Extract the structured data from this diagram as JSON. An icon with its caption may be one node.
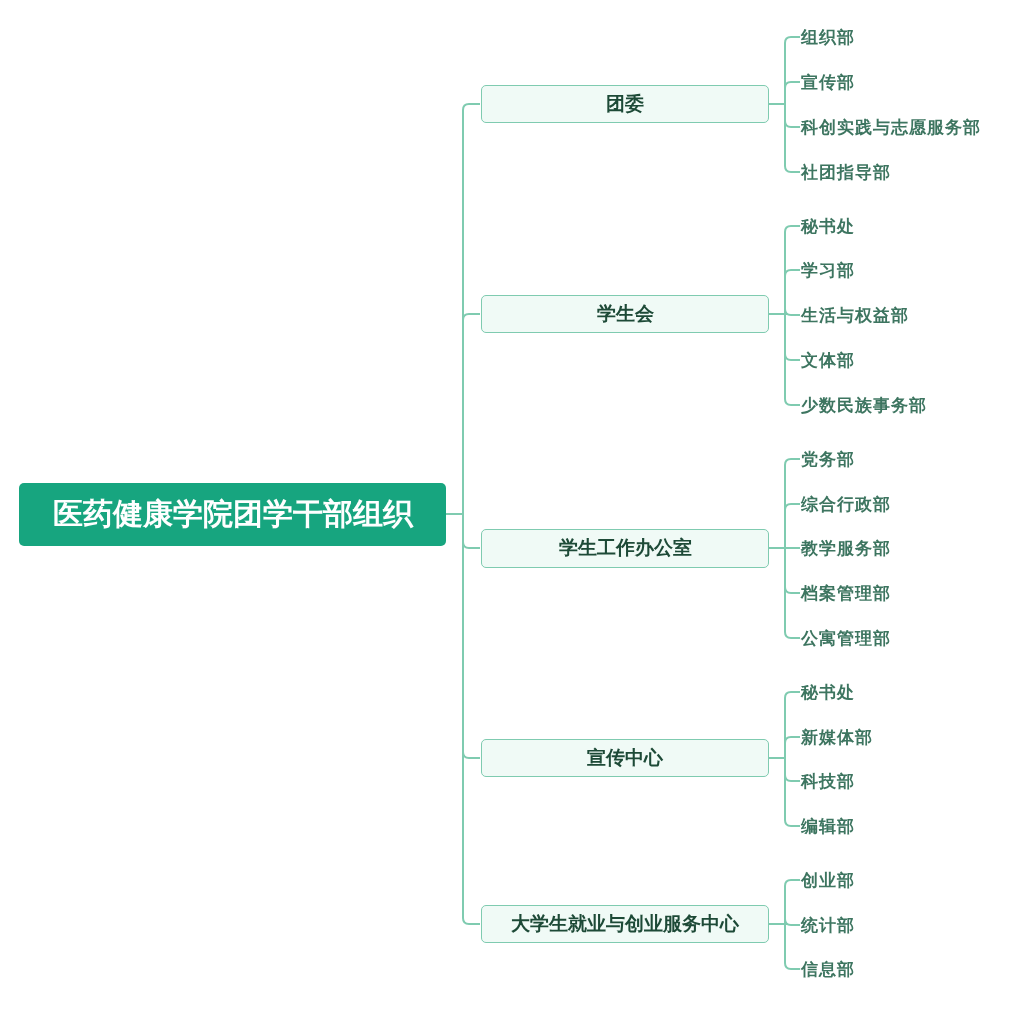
{
  "diagram": {
    "nodes": [
      {
        "text": [
          "医药健康学院团学干部组织"
        ]
      },
      {
        "text": [
          "团委"
        ]
      },
      {
        "text": [
          "组织部"
        ]
      },
      {
        "text": [
          "宣传部"
        ]
      },
      {
        "text": [
          "科创实践与志愿服务部"
        ]
      },
      {
        "text": [
          "社团指导部"
        ]
      },
      {
        "text": [
          "学生会"
        ]
      },
      {
        "text": [
          "秘书处"
        ]
      },
      {
        "text": [
          "学习部"
        ]
      },
      {
        "text": [
          "生活与权益部"
        ]
      },
      {
        "text": [
          "文体部"
        ]
      },
      {
        "text": [
          "少数民族事务部"
        ]
      },
      {
        "text": [
          "学生工作办公室"
        ]
      },
      {
        "text": [
          "党务部"
        ]
      },
      {
        "text": [
          "综合行政部"
        ]
      },
      {
        "text": [
          "教学服务部"
        ]
      },
      {
        "text": [
          "档案管理部"
        ]
      },
      {
        "text": [
          "公寓管理部"
        ]
      },
      {
        "text": [
          "宣传中心"
        ]
      },
      {
        "text": [
          "秘书处"
        ]
      },
      {
        "text": [
          "新媒体部"
        ]
      },
      {
        "text": [
          "科技部"
        ]
      },
      {
        "text": [
          "编辑部"
        ]
      },
      {
        "text": [
          "大学生就业与创业服务中心"
        ]
      },
      {
        "text": [
          "创业部"
        ]
      },
      {
        "text": [
          "统计部"
        ]
      },
      {
        "text": [
          "信息部"
        ]
      }
    ],
    "edges": [
      {
        "from": 0,
        "to": 1,
        "arrow": "none"
      },
      {
        "from": 0,
        "to": 6,
        "arrow": "none"
      },
      {
        "from": 0,
        "to": 12,
        "arrow": "none"
      },
      {
        "from": 0,
        "to": 18,
        "arrow": "none"
      },
      {
        "from": 0,
        "to": 23,
        "arrow": "none"
      },
      {
        "from": 1,
        "to": 2,
        "arrow": "none"
      },
      {
        "from": 1,
        "to": 3,
        "arrow": "none"
      },
      {
        "from": 1,
        "to": 4,
        "arrow": "none"
      },
      {
        "from": 1,
        "to": 5,
        "arrow": "none"
      },
      {
        "from": 6,
        "to": 7,
        "arrow": "none"
      },
      {
        "from": 6,
        "to": 8,
        "arrow": "none"
      },
      {
        "from": 6,
        "to": 9,
        "arrow": "none"
      },
      {
        "from": 6,
        "to": 10,
        "arrow": "none"
      },
      {
        "from": 6,
        "to": 11,
        "arrow": "none"
      },
      {
        "from": 12,
        "to": 13,
        "arrow": "none"
      },
      {
        "from": 12,
        "to": 14,
        "arrow": "none"
      },
      {
        "from": 12,
        "to": 15,
        "arrow": "none"
      },
      {
        "from": 12,
        "to": 16,
        "arrow": "none"
      },
      {
        "from": 12,
        "to": 17,
        "arrow": "none"
      },
      {
        "from": 18,
        "to": 19,
        "arrow": "none"
      },
      {
        "from": 18,
        "to": 20,
        "arrow": "none"
      },
      {
        "from": 18,
        "to": 21,
        "arrow": "none"
      },
      {
        "from": 18,
        "to": 22,
        "arrow": "none"
      },
      {
        "from": 23,
        "to": 24,
        "arrow": "none"
      },
      {
        "from": 23,
        "to": 25,
        "arrow": "none"
      },
      {
        "from": 23,
        "to": 26,
        "arrow": "none"
      }
    ]
  }
}
